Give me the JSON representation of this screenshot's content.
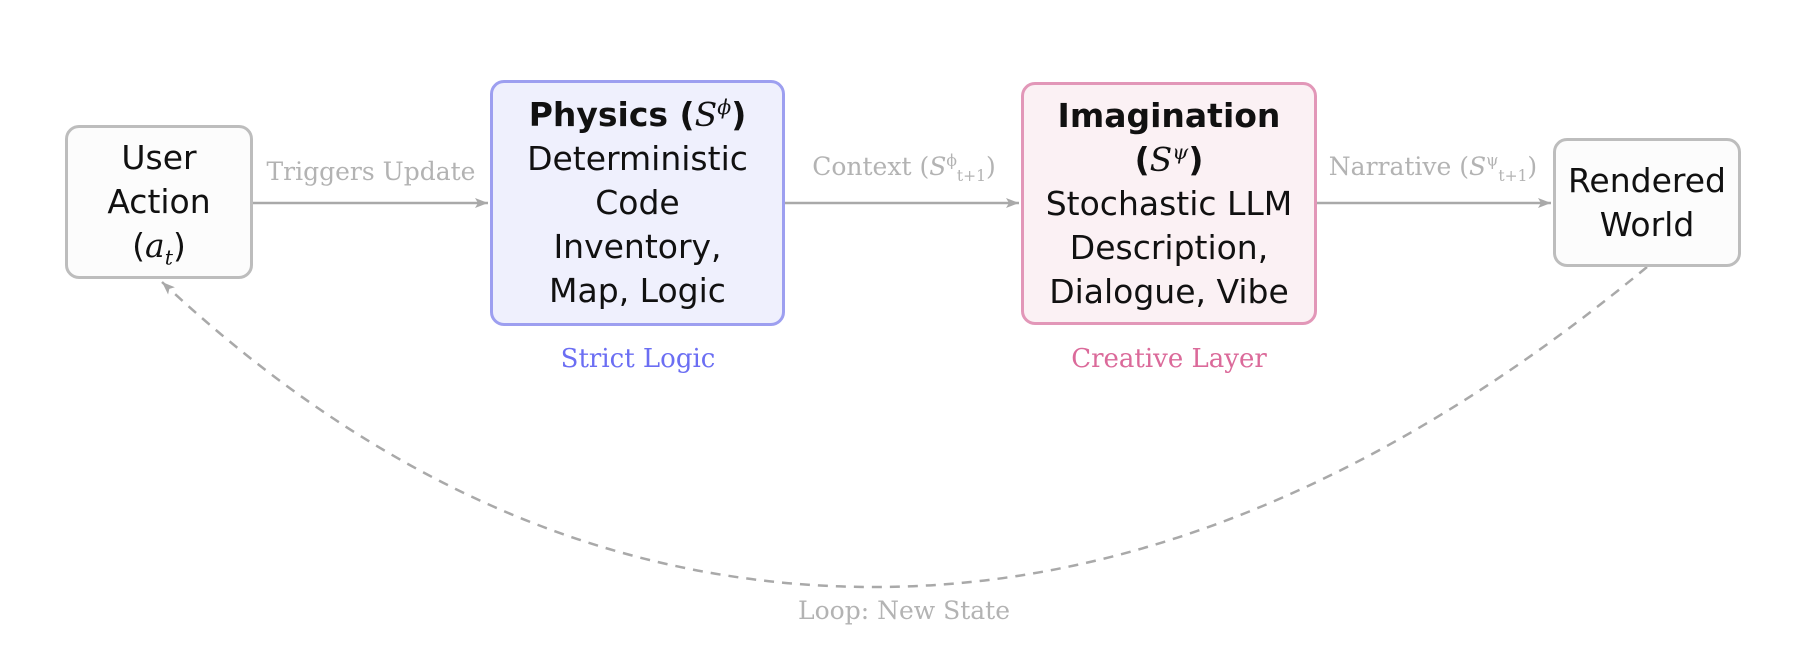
{
  "colors": {
    "edge": "#a9a9a9",
    "physics_border": "#9d9ff0",
    "physics_fill": "#eff0fd",
    "physics_caption": "#6b6ef3",
    "imagination_border": "#e297b8",
    "imagination_fill": "#fbf1f4",
    "imagination_caption": "#db6a9a",
    "neutral_border": "#bdbdbd"
  },
  "nodes": {
    "user_action": {
      "line1": "User",
      "line2": "Action",
      "symbol": "a",
      "sub": "t"
    },
    "physics": {
      "title": "Physics",
      "symbol": "S",
      "sup": "ϕ",
      "lines": [
        "Deterministic",
        "Code",
        "Inventory,",
        "Map, Logic"
      ],
      "caption": "Strict Logic"
    },
    "imagination": {
      "title": "Imagination",
      "symbol": "S",
      "sup": "ψ",
      "lines": [
        "Stochastic LLM",
        "Description,",
        "Dialogue, Vibe"
      ],
      "caption": "Creative Layer"
    },
    "rendered_world": {
      "line1": "Rendered",
      "line2": "World"
    }
  },
  "edges": {
    "user_to_physics": {
      "label": "Triggers Update"
    },
    "physics_to_imagination": {
      "label": "Context",
      "symbol": "S",
      "sup": "ϕ",
      "sub": "t+1"
    },
    "imagination_to_rendered": {
      "label": "Narrative",
      "symbol": "S",
      "sup": "ψ",
      "sub": "t+1"
    },
    "loop": {
      "label": "Loop: New State"
    }
  }
}
